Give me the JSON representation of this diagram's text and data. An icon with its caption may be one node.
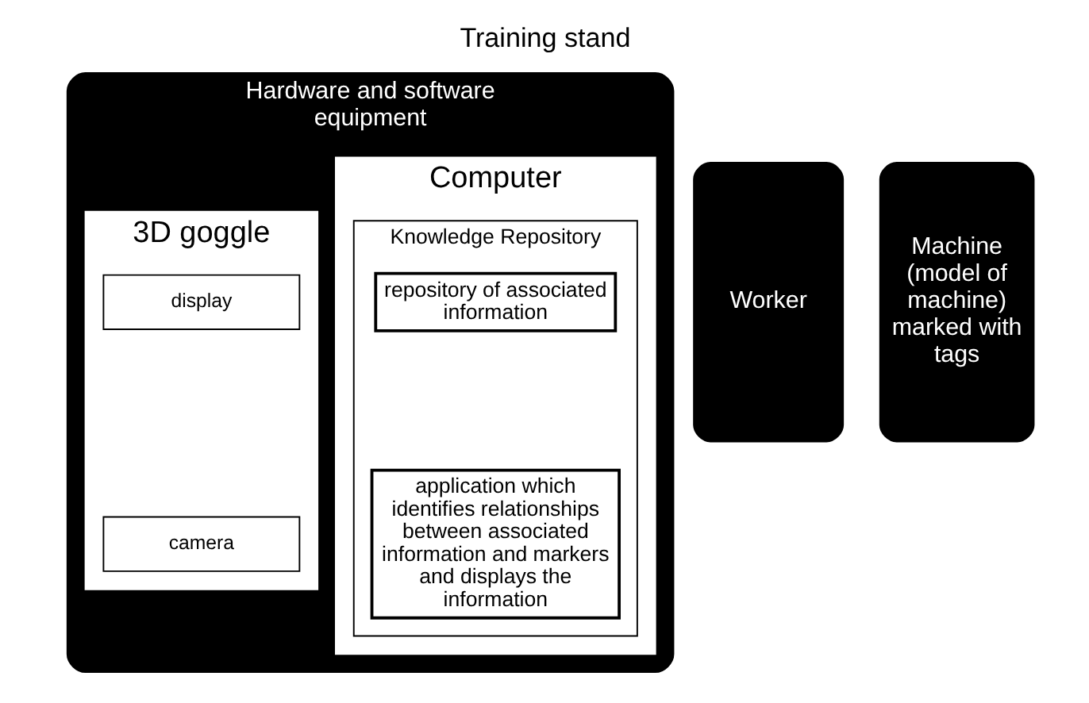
{
  "diagram": {
    "title": "Training stand",
    "nodes": [
      {
        "text": [
          "Hardware and software equipment"
        ]
      },
      {
        "text": [
          "Worker"
        ]
      },
      {
        "text": [
          "Computer"
        ],
        "in": 0
      },
      {
        "text": [
          "Knowledge Repository"
        ],
        "in": 2
      },
      {
        "text": [
          "repository of associated information"
        ],
        "in": 3
      },
      {
        "text": [
          "application which identifies relationships between associated information and markers and displays the information"
        ],
        "in": 3
      },
      {
        "text": [
          "3D goggle"
        ],
        "in": 0
      },
      {
        "text": [
          "display"
        ],
        "in": 6
      },
      {
        "text": [
          "camera"
        ],
        "in": 6
      },
      {
        "text": [
          "Machine (model of machine) marked with tags"
        ]
      }
    ],
    "edges": []
  }
}
